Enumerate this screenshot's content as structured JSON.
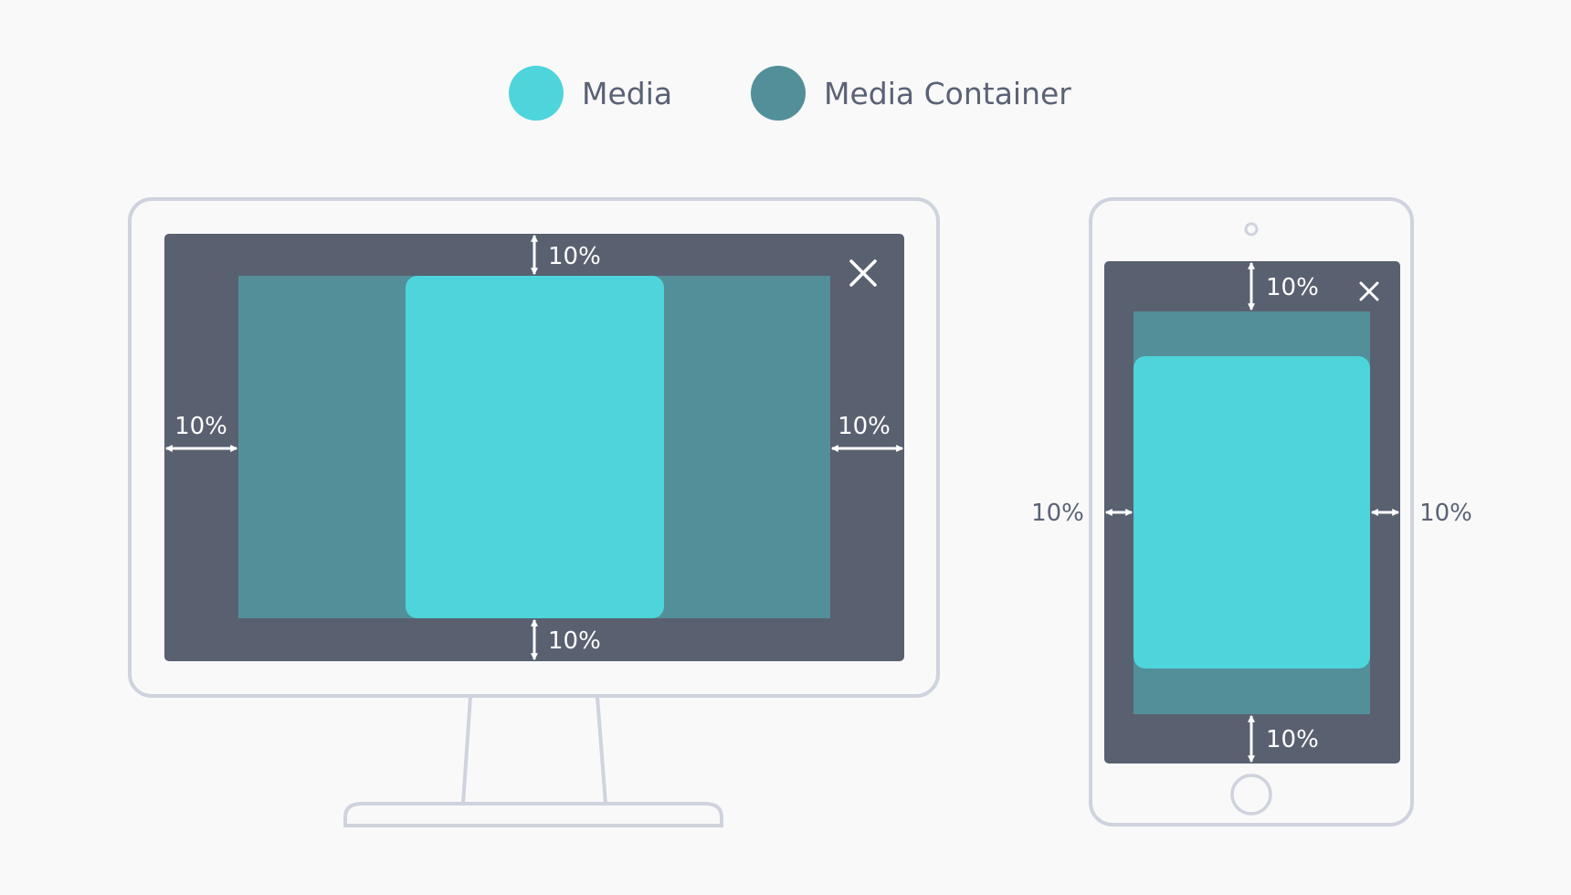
{
  "colors": {
    "background": "#f9f9fa",
    "device_outline": "#cfd3dd",
    "overlay": "#596070",
    "media": "#4dd5db",
    "media_container": "#538f99",
    "legend_text": "#5b6275",
    "annotation": "#ffffff"
  },
  "legend": [
    {
      "label": "Media",
      "color": "#4dd5db"
    },
    {
      "label": "Media Container",
      "color": "#538f99"
    }
  ],
  "desktop": {
    "top_margin_label": "10%",
    "bottom_margin_label": "10%",
    "left_margin_label": "10%",
    "right_margin_label": "10%",
    "close_icon": "close-icon"
  },
  "mobile": {
    "top_margin_label": "10%",
    "bottom_margin_label": "10%",
    "left_margin_label": "10%",
    "right_margin_label": "10%",
    "close_icon": "close-icon"
  }
}
